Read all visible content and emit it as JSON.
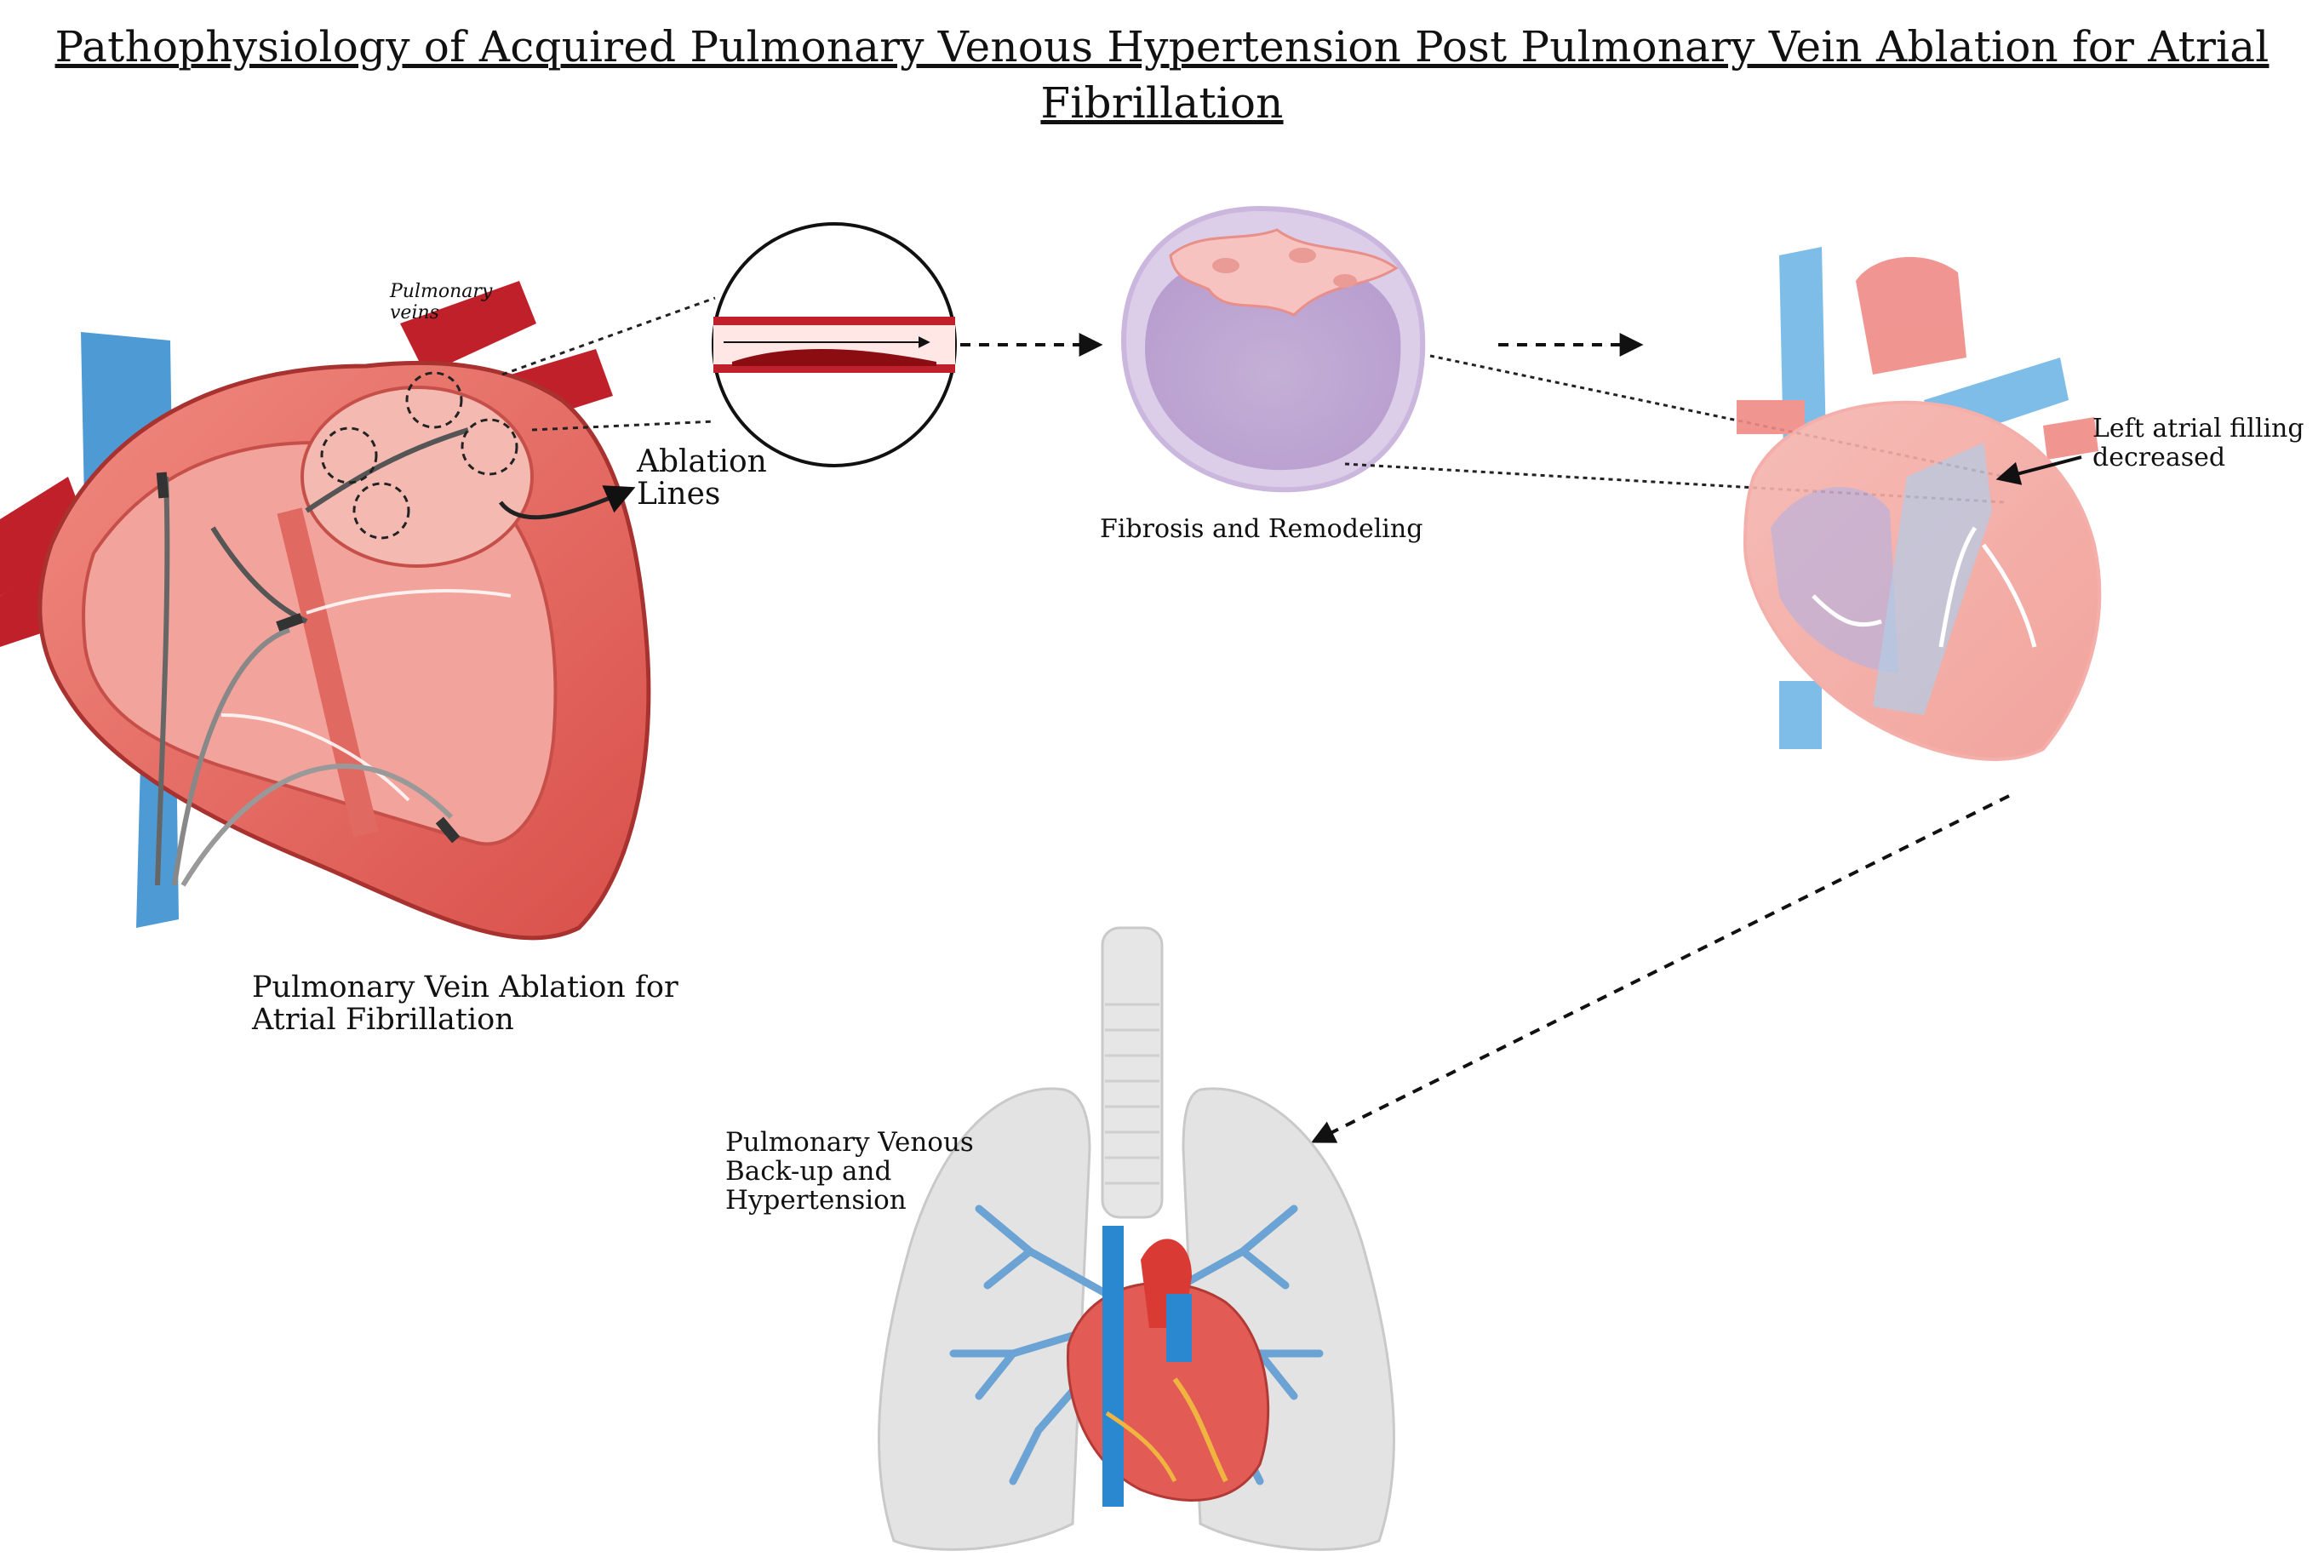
{
  "title": {
    "line1": "Pathophysiology of Acquired Pulmonary Venous Hypertension Post Pulmonary Vein Ablation for Atrial",
    "line2": "Fibrillation"
  },
  "labels": {
    "pulmonary_veins_1": "Pulmonary",
    "pulmonary_veins_2": "veins",
    "ablation_lines_1": "Ablation",
    "ablation_lines_2": "Lines",
    "fibrosis": "Fibrosis  and Remodeling",
    "left_atrial_1": "Left atrial filling",
    "left_atrial_2": "decreased",
    "pv_ablation_1": "Pulmonary Vein Ablation for",
    "pv_ablation_2": "Atrial Fibrillation",
    "pv_backup_1": "Pulmonary Venous",
    "pv_backup_2": "Back-up and",
    "pv_backup_3": "Hypertension"
  },
  "colors": {
    "heart_red": "#e8685f",
    "heart_dark": "#b23a36",
    "vein_blue": "#3a8fd0",
    "vessel_red": "#c0202a",
    "fibrosis_purple": "#c9b4d9",
    "lung_gray": "#d9d9d9"
  }
}
